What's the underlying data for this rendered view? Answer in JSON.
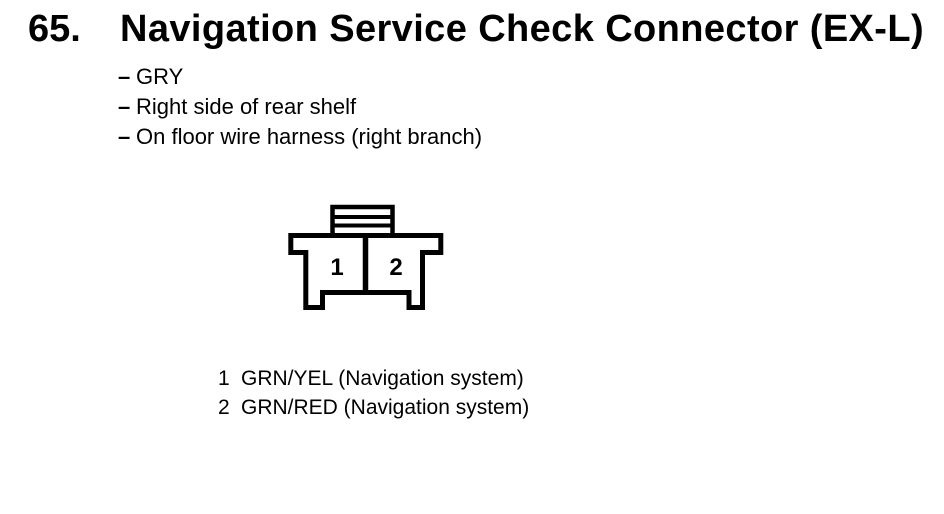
{
  "doc": {
    "item_number": "65.",
    "title": "Navigation Service Check Connector (EX-L)",
    "bullet": "–",
    "attributes": [
      "GRY",
      "Right side of rear shelf",
      "On floor wire harness (right branch)"
    ]
  },
  "connector": {
    "cavity_labels": [
      "1",
      "2"
    ]
  },
  "pin_legend": [
    {
      "pin": "1",
      "label": "GRN/YEL (Navigation system)"
    },
    {
      "pin": "2",
      "label": "GRN/RED (Navigation system)"
    }
  ],
  "colors": {
    "ink": "#000000",
    "paper": "#ffffff"
  }
}
